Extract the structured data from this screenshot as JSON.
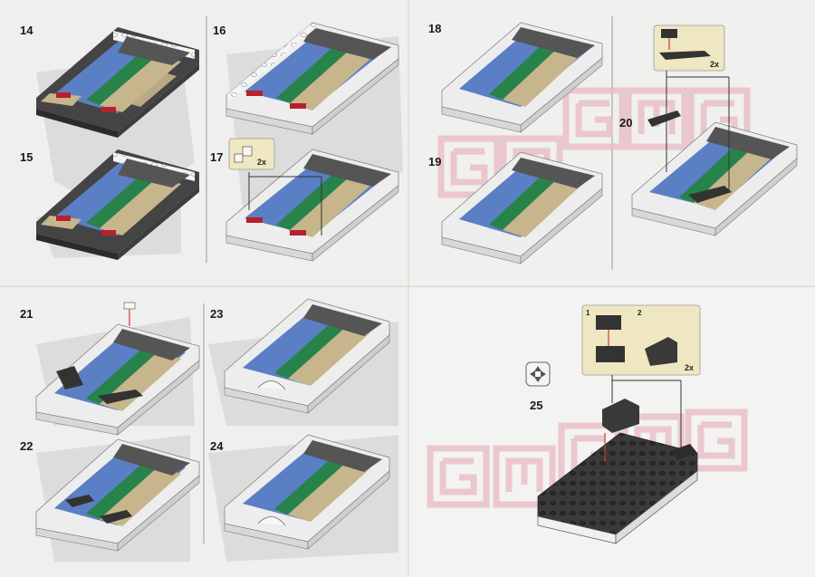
{
  "steps": {
    "s14": "14",
    "s15": "15",
    "s16": "16",
    "s17": "17",
    "s18": "18",
    "s19": "19",
    "s20": "20",
    "s21": "21",
    "s22": "22",
    "s23": "23",
    "s24": "24",
    "s25": "25"
  },
  "callouts": {
    "step17_qty": "2x",
    "step20_qty": "2x",
    "step25_qty": "2x",
    "step25_sub1": "1",
    "step25_sub2": "2"
  },
  "colors": {
    "paper": "#eeeeec",
    "callout_bg": "#efe7c2",
    "connector": "#d23a3a",
    "watermark": "#e8b9c2",
    "shadow": "#dedede",
    "white_brick": "#f6f6f6",
    "dark_brick": "#3d3d3d",
    "blue": "#5b7fc4",
    "green": "#27834a",
    "tan": "#c7b58c",
    "red": "#b7202c",
    "grey": "#5c5a60"
  }
}
